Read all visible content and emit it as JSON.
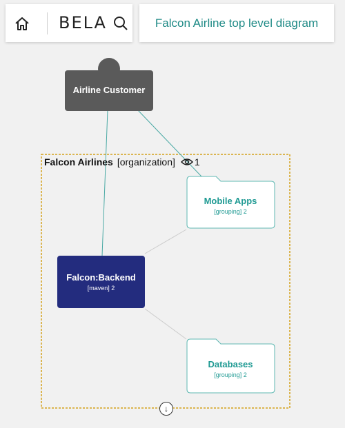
{
  "toolbar": {
    "brand": "BELA",
    "home_icon": "home-icon",
    "search_icon": "search-icon"
  },
  "diagram_title": "Falcon Airline top level diagram",
  "customer": {
    "label": "Airline Customer"
  },
  "organization": {
    "name": "Falcon Airlines",
    "kind": "[organization]",
    "view_count": "1"
  },
  "backend": {
    "name": "Falcon:Backend",
    "sub": "[maven] 2"
  },
  "mobile_apps": {
    "name": "Mobile Apps",
    "sub": "[grouping] 2"
  },
  "databases": {
    "name": "Databases",
    "sub": "[grouping] 2"
  },
  "expand_icon": "↓",
  "colors": {
    "accent": "#1f8a86",
    "customer_fill": "#5a5a5a",
    "backend_fill": "#232c7e",
    "org_border": "#d4a11a",
    "edge": "#4aa9a4"
  }
}
